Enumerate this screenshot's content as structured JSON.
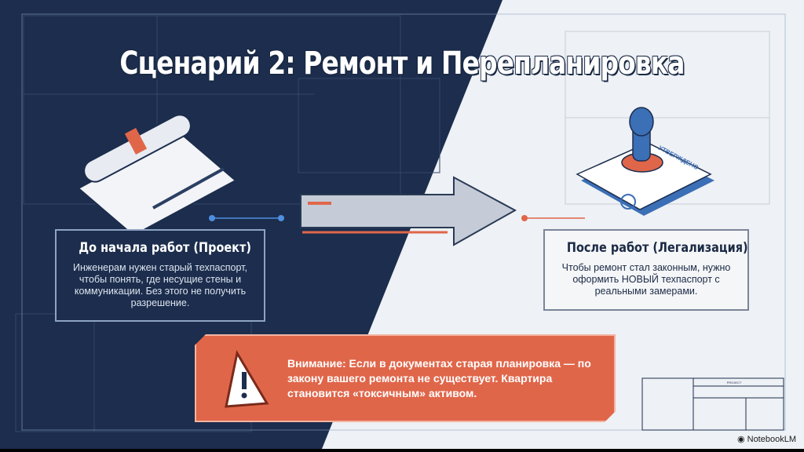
{
  "title": "Сценарий 2: Ремонт и Перепланировка",
  "left_card": {
    "heading": "До начала работ (Проект)",
    "text": "Инженерам нужен старый техпаспорт, чтобы понять, где несущие стены и коммуникации. Без этого не получить разрешение."
  },
  "right_card": {
    "heading": "После работ (Легализация)",
    "text": "Чтобы ремонт стал законным, нужно оформить НОВЫЙ техпаспорт с реальными замерами."
  },
  "warning": {
    "text": "Внимание: Если в документах старая планировка — по закону вашего ремонта не существует. Квартира становится «токсичным» активом."
  },
  "stamp_text": "УТВЕРЖДЕНО",
  "title_block_label": "PROJECT",
  "brand": "NotebookLM",
  "colors": {
    "navy": "#1c2d4d",
    "accent": "#e0664a",
    "blue": "#3b6fb6"
  }
}
